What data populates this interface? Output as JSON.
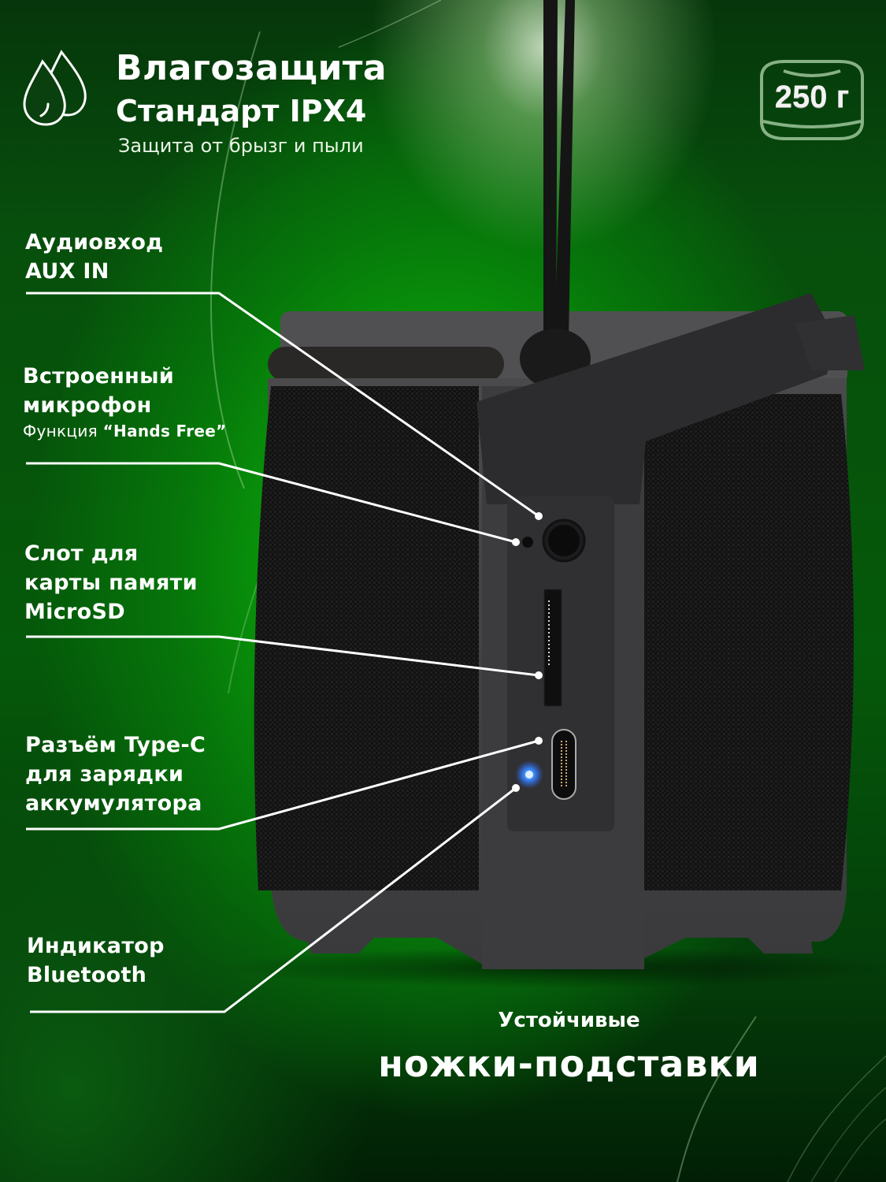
{
  "header": {
    "title": "Влагозащита",
    "standard": "Стандарт IPX4",
    "subtitle": "Защита от брызг и пыли",
    "icon": "water-drops-icon"
  },
  "weight_badge": {
    "value": "250 г",
    "icon": "weight-puck-icon"
  },
  "callouts": [
    {
      "id": "aux",
      "lines": [
        "Аудиовход",
        "AUX IN"
      ]
    },
    {
      "id": "mic",
      "lines": [
        "Встроенный",
        "микрофон"
      ],
      "note_prefix": "Функция ",
      "note_bold": "“Hands Free”"
    },
    {
      "id": "microsd",
      "lines": [
        "Слот для",
        "карты памяти",
        "MicroSD"
      ]
    },
    {
      "id": "typec",
      "lines": [
        "Разъём Type-C",
        "для зарядки",
        "аккумулятора"
      ]
    },
    {
      "id": "bt",
      "lines": [
        "Индикатор",
        "Bluetooth"
      ]
    }
  ],
  "feet": {
    "small": "Устойчивые",
    "big": "ножки-подставки"
  },
  "colors": {
    "background_dark": "#04400a",
    "background_bright": "#16c20f",
    "speaker_body": "#3a3a3c",
    "speaker_fabric": "#141414",
    "indicator_led": "#2f7dff",
    "text": "#ffffff"
  }
}
